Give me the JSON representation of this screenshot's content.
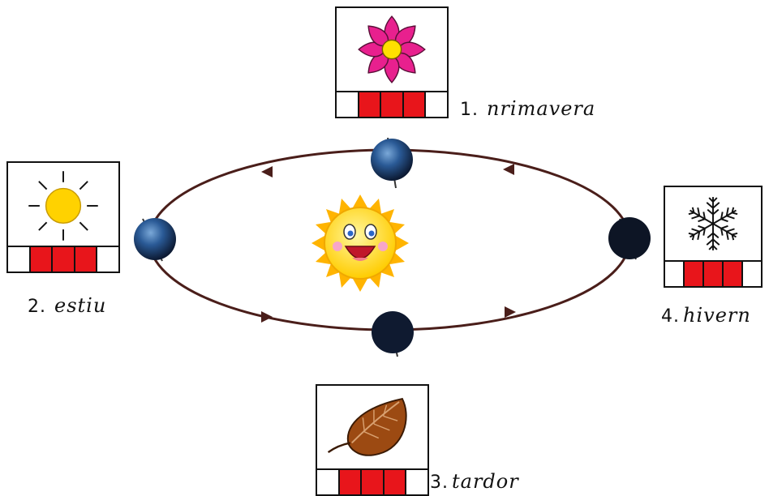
{
  "seasons": [
    {
      "number": "1.",
      "name": "nrimavera",
      "icon": "flower-icon"
    },
    {
      "number": "2.",
      "name": "estiu",
      "icon": "sun-icon"
    },
    {
      "number": "3.",
      "name": "tardor",
      "icon": "leaf-icon"
    },
    {
      "number": "4.",
      "name": "hivern",
      "icon": "snowflake-icon"
    }
  ],
  "syllable_boxes": {
    "total": 5,
    "filled": 3
  },
  "colors": {
    "syllable_fill": "#e8151b",
    "orbit": "#4a1e1a",
    "flower": "#e8208e",
    "sun": "#ffd200",
    "leaf": "#9c4a12"
  }
}
